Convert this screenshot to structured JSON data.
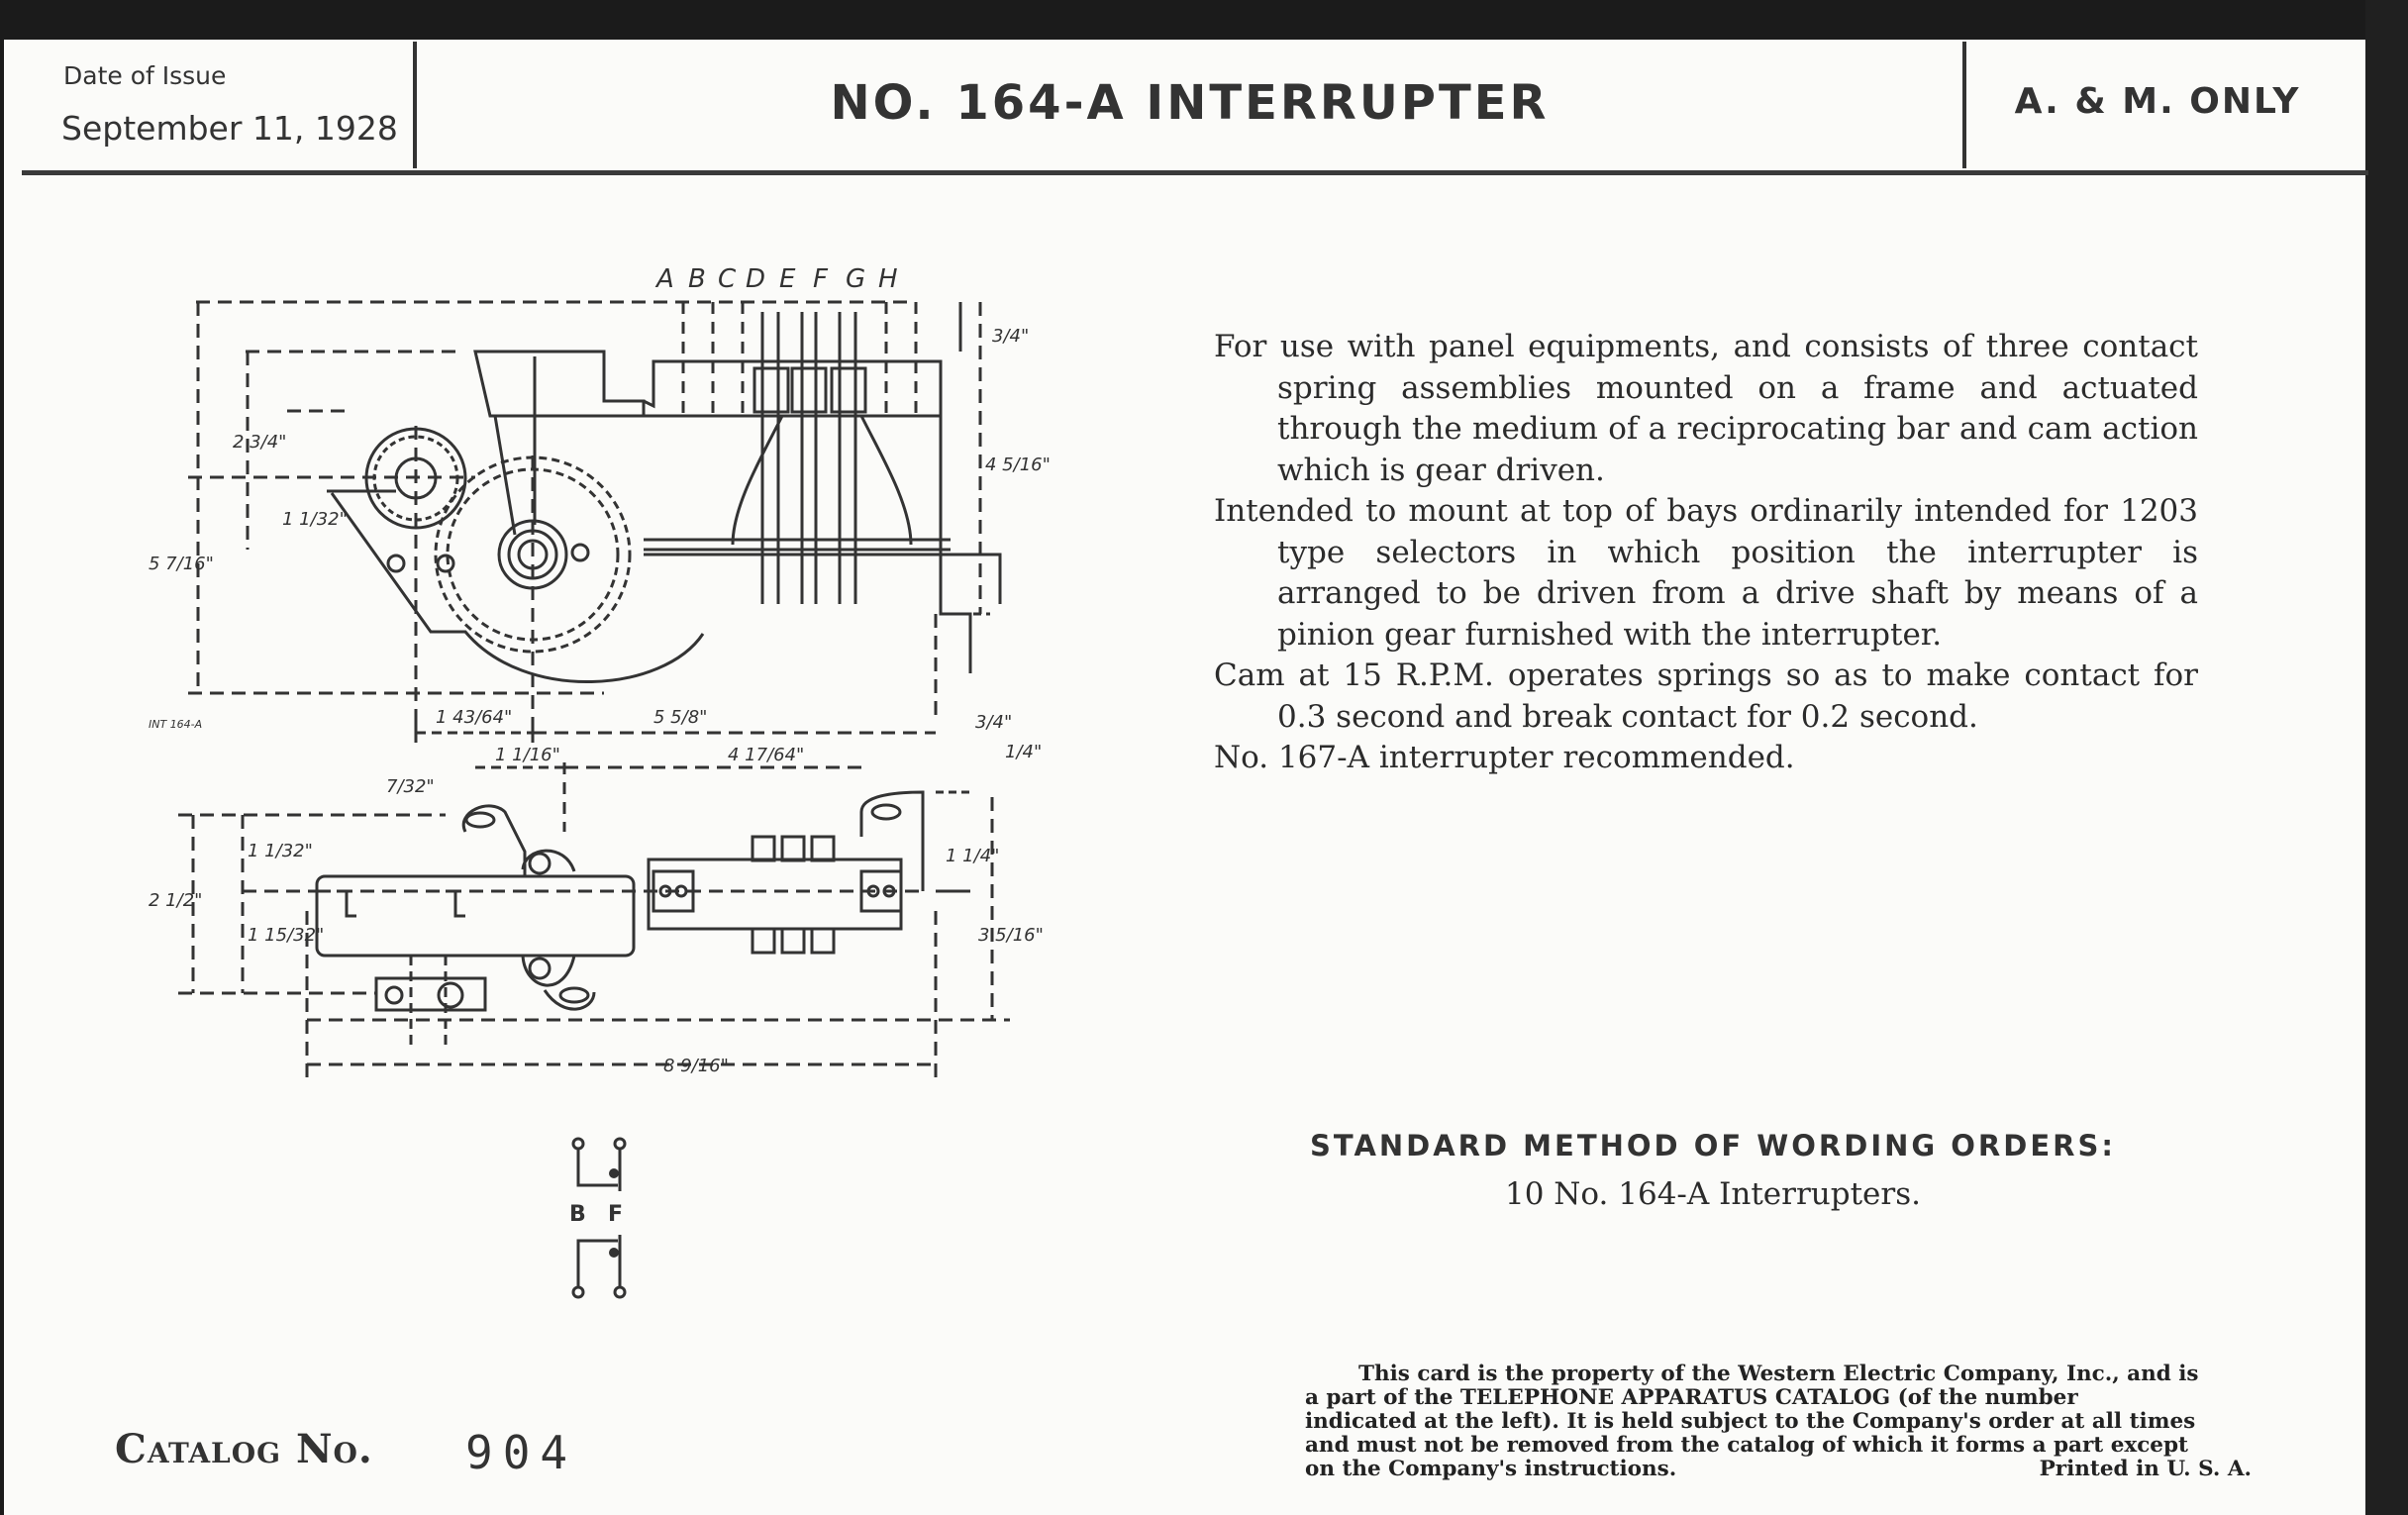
{
  "header": {
    "date_label": "Date of Issue",
    "date_value": "September 11, 1928",
    "title": "NO. 164-A INTERRUPTER",
    "scope": "A. & M. ONLY"
  },
  "drawing": {
    "figure_ref": "INT 164-A",
    "spring_letters": [
      "A",
      "B",
      "C",
      "D",
      "E",
      "F",
      "G",
      "H"
    ],
    "dimensions": {
      "overall_height": "5 7/16\"",
      "height_upper": "2 3/4\"",
      "shaft_offset": "1 1/32\"",
      "top_offset": "3/4\"",
      "spring_height": "4 5/16\"",
      "shaft_to_edge": "1 43/64\"",
      "shaft_to_back": "5 5/8\"",
      "bracket_offset": "1 1/16\"",
      "bracket_span": "4 17/64\"",
      "back_right": "3/4\"",
      "back_right_small": "1/4\"",
      "bracket_hole": "7/32\"",
      "plan_height": "2 1/2\"",
      "plan_upper": "1 1/32\"",
      "plan_lower": "1 15/32\"",
      "bracket_to_centre": "1 1/4\"",
      "plan_depth": "3 5/16\"",
      "overall_length": "8 9/16\""
    },
    "schematic_labels": [
      "B",
      "F"
    ]
  },
  "description": [
    "For use with panel equipments, and consists of three contact spring assemblies mounted on a frame and actuated through the medium of a reciprocating bar and cam action which is gear driven.",
    "Intended to mount at top of bays ordinarily intended for 1203 type selectors in which position the interrupter is arranged to be driven from a drive shaft by means of a pinion gear furnished with the interrupter.",
    "Cam at 15 R.P.M. operates springs so as to make contact for 0.3 second and break contact for 0.2 second.",
    "No. 167-A interrupter recommended."
  ],
  "ordering": {
    "title": "STANDARD METHOD OF WORDING ORDERS:",
    "example": "10 No. 164-A Interrupters."
  },
  "catalog": {
    "label": "Catalog No.",
    "number": "904"
  },
  "notice": {
    "line1": "This card is the property of the Western Electric Company, Inc., and is",
    "line2": "a part of the TELEPHONE APPARATUS CATALOG (of the number",
    "line3": "indicated at the left). It is held subject to the Company's order at all times",
    "line4": "and must not be removed from the catalog of which it forms a part except",
    "line5": "on the Company's instructions.",
    "printed": "Printed in U. S. A."
  }
}
